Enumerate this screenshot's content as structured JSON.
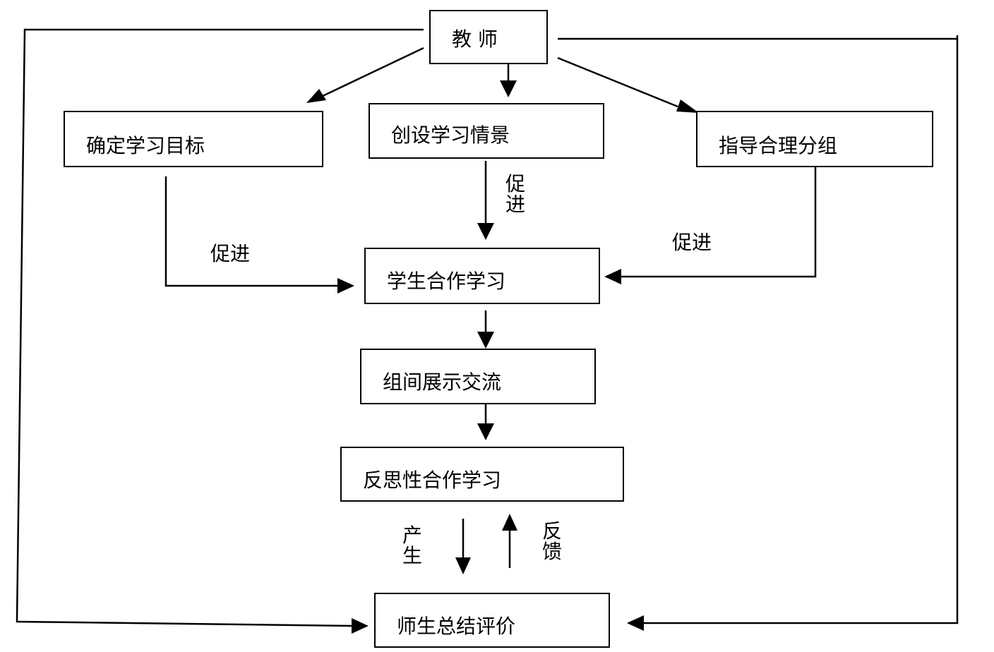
{
  "nodes": {
    "teacher": "教 师",
    "set_goals": "确定学习目标",
    "create_scene": "创设学习情景",
    "guide_groups": "指导合理分组",
    "student_coop": "学生合作学习",
    "group_show": "组间展示交流",
    "reflective": "反思性合作学习",
    "summary": "师生总结评价"
  },
  "edge_labels": {
    "promote_left": "促进",
    "promote_center": "促进",
    "promote_right": "促进",
    "produce": "产生",
    "feedback": "反馈"
  }
}
